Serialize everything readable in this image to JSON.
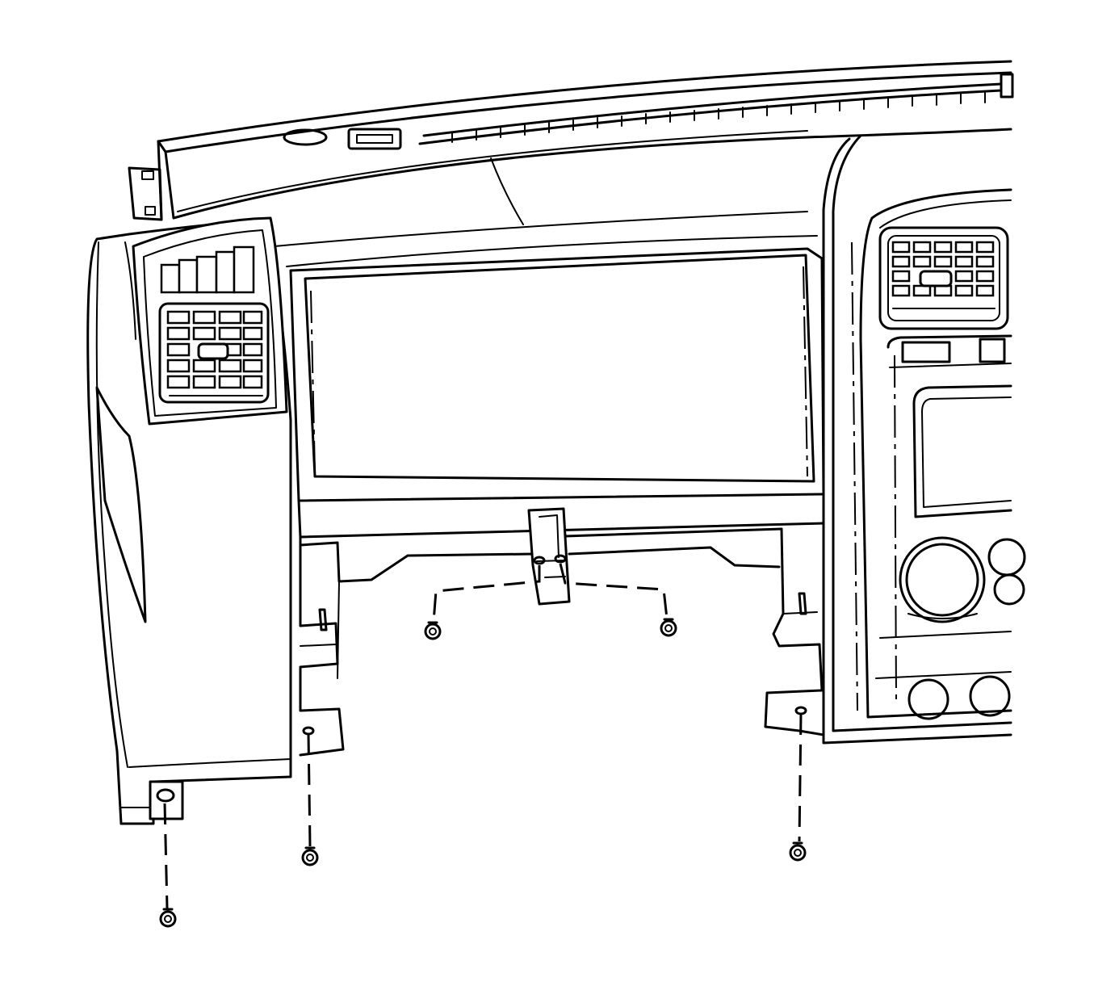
{
  "diagram": {
    "line_color": "#000000",
    "background_color": "#ffffff",
    "components": [
      {
        "name": "instrument-panel-upper-trim",
        "icon": "dashboard-outline"
      },
      {
        "name": "left-air-vent",
        "icon": "air-vent"
      },
      {
        "name": "right-air-vent",
        "icon": "air-vent"
      },
      {
        "name": "instrument-cluster-opening",
        "icon": "rectangle-opening"
      },
      {
        "name": "center-bracket",
        "icon": "bracket"
      },
      {
        "name": "left-end-panel",
        "icon": "side-panel"
      },
      {
        "name": "center-stack-bezel",
        "icon": "center-stack"
      }
    ],
    "fasteners": [
      {
        "name": "bolt-left-end-panel",
        "icon": "bolt"
      },
      {
        "name": "bolt-left-lower-bracket",
        "icon": "bolt"
      },
      {
        "name": "bolt-center-left",
        "icon": "bolt"
      },
      {
        "name": "bolt-center-right",
        "icon": "bolt"
      },
      {
        "name": "bolt-right-lower-bracket",
        "icon": "bolt"
      }
    ]
  }
}
